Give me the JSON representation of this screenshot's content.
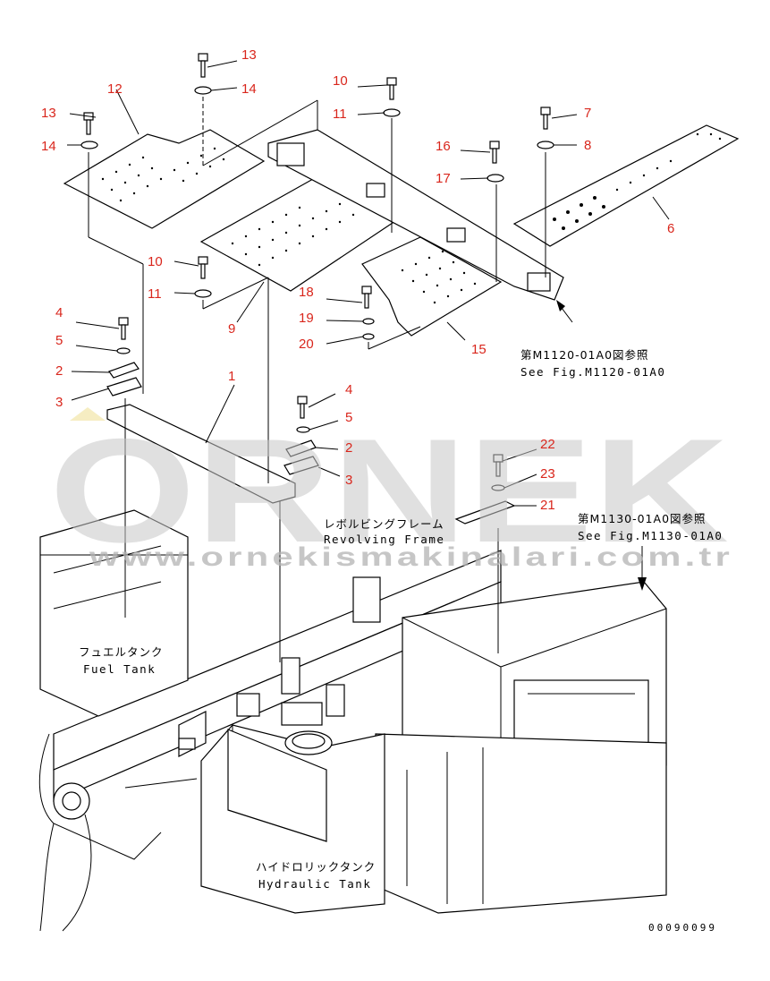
{
  "diagram": {
    "callouts": [
      "1",
      "2",
      "2",
      "3",
      "3",
      "4",
      "4",
      "5",
      "5",
      "6",
      "7",
      "8",
      "9",
      "10",
      "10",
      "11",
      "11",
      "12",
      "13",
      "13",
      "14",
      "14",
      "15",
      "16",
      "17",
      "18",
      "19",
      "20",
      "21",
      "22",
      "23"
    ],
    "labels": {
      "ref1_jp": "第M1120-01A0図参照",
      "ref1_en": "See Fig.M1120-01A0",
      "ref2_jp": "第M1130-01A0図参照",
      "ref2_en": "See Fig.M1130-01A0",
      "revolving_jp": "レボルビングフレーム",
      "revolving_en": "Revolving Frame",
      "fuel_jp": "フュエルタンク",
      "fuel_en": "Fuel Tank",
      "hydraulic_jp": "ハイドロリックタンク",
      "hydraulic_en": "Hydraulic Tank"
    },
    "drawing_code": "00090099",
    "watermark": {
      "text": "ORNEK",
      "url": "www.ornekismakinalari.com.tr"
    },
    "colors": {
      "callout": "#d9261c",
      "line": "#000000",
      "watermark": "#c8c8c8"
    }
  }
}
